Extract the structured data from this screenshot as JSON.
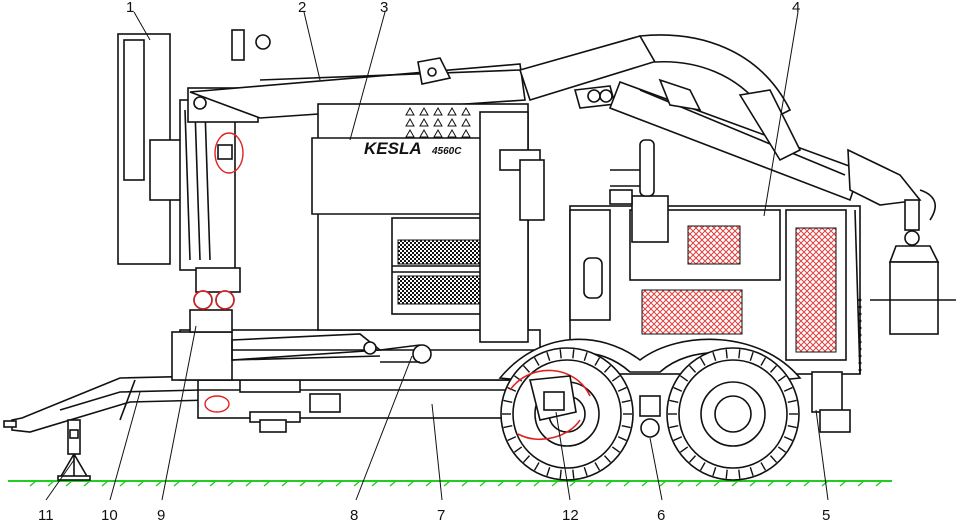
{
  "brand": {
    "name": "KESLA",
    "model": "4560C"
  },
  "colors": {
    "ground": "#22cc22",
    "highlight": "#e02020",
    "panel_hatch": "#e04040",
    "ink": "#111111"
  },
  "callouts": [
    "1",
    "2",
    "3",
    "4",
    "5",
    "6",
    "7",
    "8",
    "9",
    "10",
    "11",
    "12"
  ]
}
